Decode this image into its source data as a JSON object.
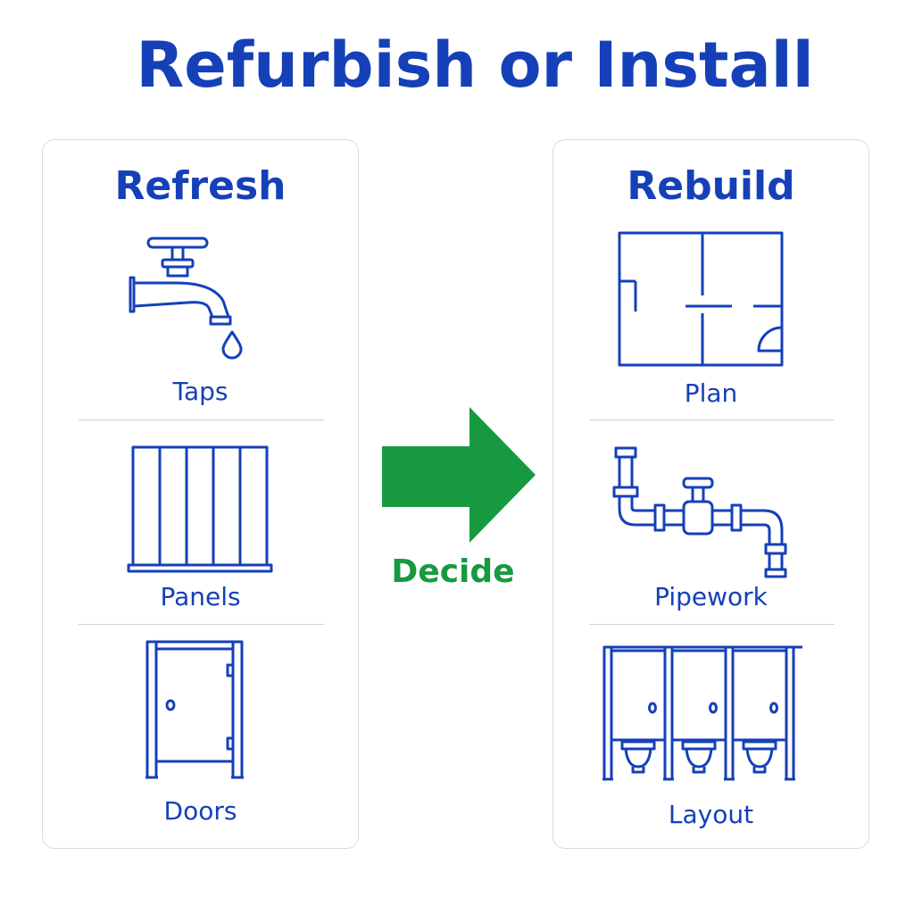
{
  "title": "Refurbish or Install",
  "colors": {
    "primary": "#1540b8",
    "accent": "#179a3f",
    "border": "#d7d9de"
  },
  "left_panel": {
    "heading": "Refresh",
    "items": [
      {
        "label": "Taps",
        "icon": "tap-icon"
      },
      {
        "label": "Panels",
        "icon": "panels-icon"
      },
      {
        "label": "Doors",
        "icon": "door-icon"
      }
    ]
  },
  "right_panel": {
    "heading": "Rebuild",
    "items": [
      {
        "label": "Plan",
        "icon": "floor-plan-icon"
      },
      {
        "label": "Pipework",
        "icon": "pipework-icon"
      },
      {
        "label": "Layout",
        "icon": "toilet-cubicles-icon"
      }
    ]
  },
  "connector": {
    "label": "Decide",
    "icon": "right-arrow-icon"
  }
}
